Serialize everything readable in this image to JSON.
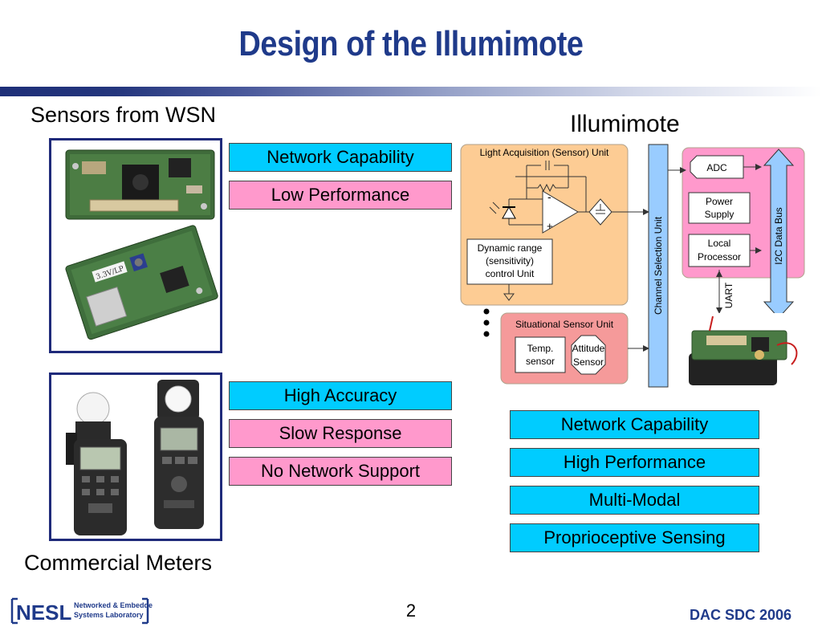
{
  "slide": {
    "title": "Design of the Illumimote",
    "page_number": "2",
    "footer_right": "DAC SDC 2006"
  },
  "logo": {
    "short_name": "NESL",
    "line1": "Networked & Embedded",
    "line2": "Systems Laboratory"
  },
  "left": {
    "wsn_heading": "Sensors from WSN",
    "commercial_heading": "Commercial Meters",
    "wsn_tags": [
      {
        "label": "Network Capability",
        "color": "cyan"
      },
      {
        "label": "Low Performance",
        "color": "pink"
      }
    ],
    "commercial_tags": [
      {
        "label": "High Accuracy",
        "color": "cyan"
      },
      {
        "label": "Slow Response",
        "color": "pink"
      },
      {
        "label": "No Network Support",
        "color": "pink"
      }
    ],
    "board_label": "3.3V/LP"
  },
  "right": {
    "heading": "Illumimote",
    "light_unit_title": "Light Acquisition (Sensor) Unit",
    "dynamic_range_lines": [
      "Dynamic range",
      "(sensitivity)",
      "control Unit"
    ],
    "situational_unit_title": "Situational Sensor Unit",
    "temp_sensor_lines": [
      "Temp.",
      "sensor"
    ],
    "attitude_sensor_lines": [
      "Attitude",
      "Sensor"
    ],
    "channel_selection": "Channel Selection Unit",
    "adc": "ADC",
    "power_supply_lines": [
      "Power",
      "Supply"
    ],
    "local_processor_lines": [
      "Local",
      "Processor"
    ],
    "i2c_bus": "I2C Data Bus",
    "uart": "UART",
    "opamp_minus": "-",
    "opamp_plus": "+",
    "features": [
      {
        "label": "Network Capability"
      },
      {
        "label": "High Performance"
      },
      {
        "label": "Multi-Modal"
      },
      {
        "label": "Proprioceptive Sensing"
      }
    ]
  },
  "colors": {
    "title_blue": "#1f3a8a",
    "cyan": "#00ccff",
    "pink": "#ff99cc",
    "light_unit_fill": "#fdcc94",
    "situational_fill": "#f59a9a",
    "channel_fill": "#99ccff",
    "mcu_fill": "#ff99cc",
    "bus_fill": "#99ccff"
  }
}
